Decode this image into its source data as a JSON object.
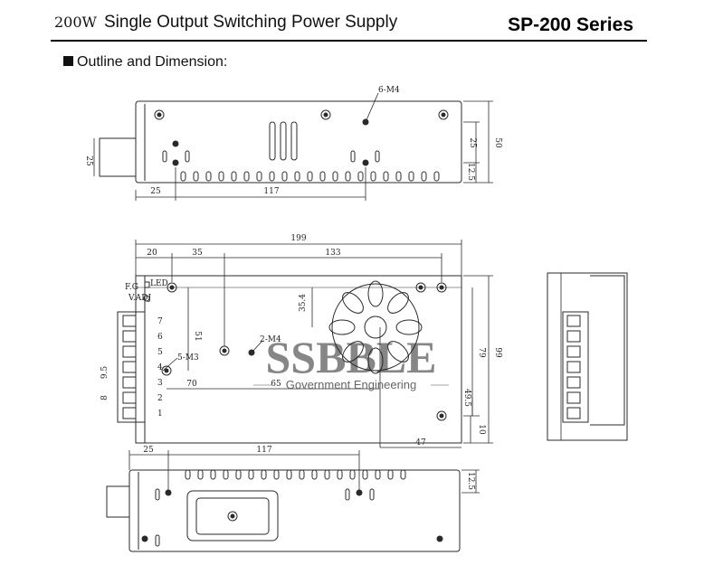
{
  "header": {
    "wattage": "200W",
    "title": "Single Output Switching Power Supply",
    "series": "SP-200 Series"
  },
  "section": {
    "title": "Outline and Dimension:"
  },
  "top_view": {
    "labels": {
      "screw": "6-M4",
      "d25_height": "25",
      "d25_left": "25",
      "d117": "117",
      "d25_right": "25",
      "d50": "50",
      "d12_5": "12.5"
    }
  },
  "front_view": {
    "labels": {
      "d199": "199",
      "d20": "20",
      "d35": "35",
      "d133": "133",
      "d35_4": "35.4",
      "d51": "51",
      "screw_m3": "5-M3",
      "screw_m4": "2-M4",
      "d70": "70",
      "d65": "65",
      "d9_5": "9.5",
      "d8": "8",
      "d79": "79",
      "d99": "99",
      "d49_5": "49.5",
      "d10": "10",
      "d47": "47",
      "vadj": "V.ADJ",
      "led": "LED",
      "fg": "F.G",
      "terminals": [
        "7",
        "6",
        "5",
        "4",
        "3",
        "2",
        "1"
      ]
    }
  },
  "bottom_view": {
    "labels": {
      "d25": "25",
      "d117": "117",
      "d12_5": "12.5"
    }
  },
  "watermark": {
    "text": "SSBBLE",
    "subtitle": "Government Engineering"
  },
  "colors": {
    "line": "#2a2a2a",
    "watermark_red": "#e23b3b",
    "watermark_blue": "#3b6fe2"
  }
}
